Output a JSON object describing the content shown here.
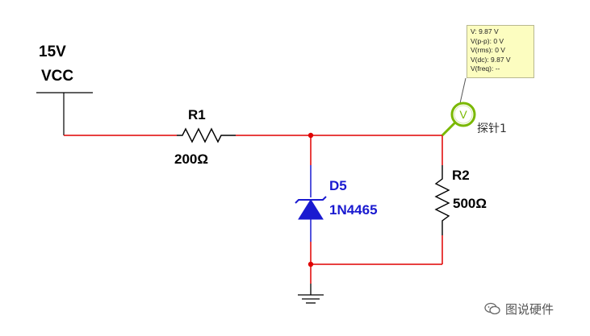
{
  "source": {
    "voltage": "15V",
    "name": "VCC"
  },
  "r1": {
    "ref": "R1",
    "value": "200Ω"
  },
  "r2": {
    "ref": "R2",
    "value": "500Ω"
  },
  "d5": {
    "ref": "D5",
    "model": "1N4465"
  },
  "probe": {
    "label": "探针1",
    "symbol": "V",
    "readings": [
      "V: 9.87 V",
      "V(p-p): 0 V",
      "V(rms): 0 V",
      "V(dc): 9.87 V",
      "V(freq): --"
    ]
  },
  "watermark": {
    "text": "图说硬件",
    "icon": "wechat-icon"
  },
  "colors": {
    "wire": "#e00000",
    "component": "#000000",
    "diode": "#1a1ad0",
    "probe_ring": "#7ab800",
    "tooltip_bg": "#fcfdc0"
  }
}
